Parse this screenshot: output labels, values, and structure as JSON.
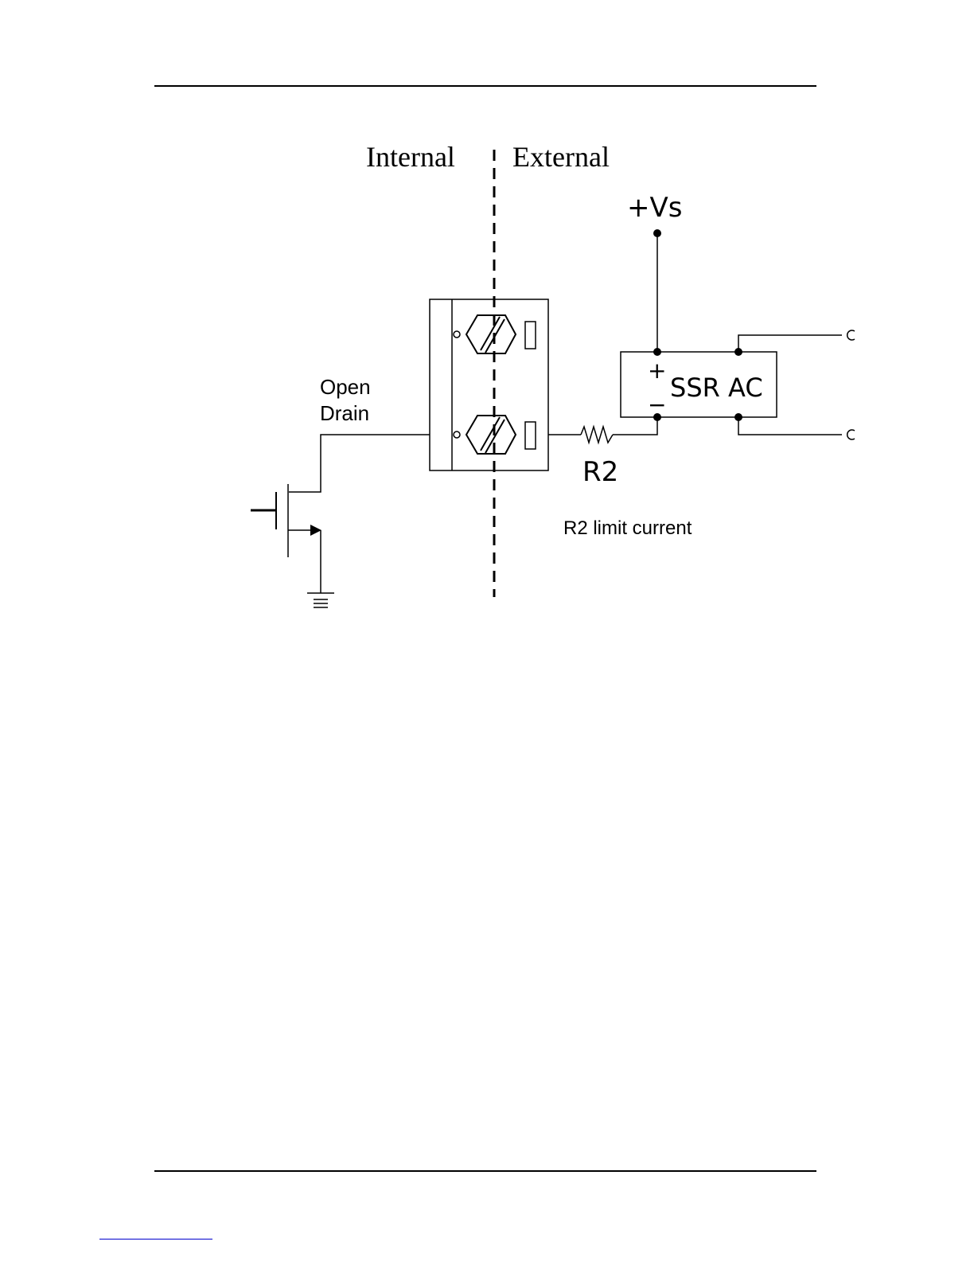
{
  "diagram": {
    "label_internal": "Internal",
    "label_external": "External",
    "label_vs": "+Vs",
    "label_open_drain_1": "Open",
    "label_open_drain_2": "Drain",
    "label_ssr": "SSR AC",
    "label_plus": "+",
    "label_minus": "−",
    "label_r2": "R2",
    "label_r2_note": "R2 limit current"
  }
}
